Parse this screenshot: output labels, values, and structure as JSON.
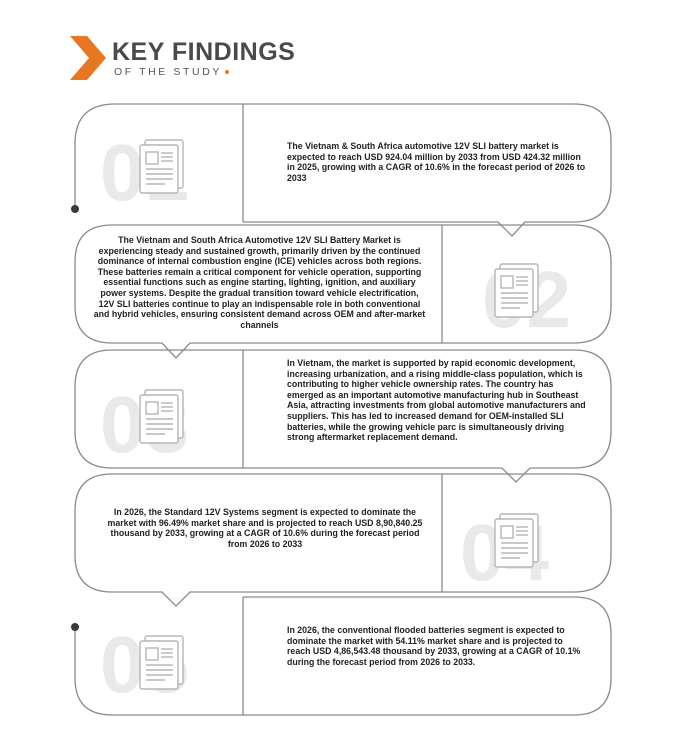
{
  "header": {
    "title": "KEY FINDINGS",
    "subtitle": "OF THE STUDY"
  },
  "colors": {
    "accent": "#e87722",
    "line": "#8a8a8a",
    "number": "#e9e9e9"
  },
  "findings": [
    {
      "number": "01",
      "text": "The Vietnam & South Africa automotive 12V SLI battery market is expected to reach USD 924.04 million by 2033 from USD 424.32 million in 2025, growing with a CAGR of 10.6% in the forecast period of 2026 to 2033"
    },
    {
      "number": "02",
      "text": "The Vietnam and South Africa Automotive 12V SLI Battery Market is experiencing steady and sustained growth, primarily driven by the continued dominance of internal combustion engine (ICE) vehicles across both regions. These batteries remain a critical component for vehicle operation, supporting essential functions such as engine starting, lighting, ignition, and auxiliary power systems. Despite the gradual transition toward vehicle electrification, 12V SLI batteries continue to play an indispensable role in both conventional and hybrid vehicles, ensuring consistent demand across OEM and after-market channels"
    },
    {
      "number": "03",
      "text": "In Vietnam, the market is supported by rapid economic development, increasing urbanization, and a rising middle-class population, which is contributing to higher vehicle ownership rates. The country has emerged as an important automotive manufacturing hub in Southeast Asia, attracting investments from global automotive manufacturers and suppliers. This has led to increased demand for OEM-installed SLI batteries, while the growing vehicle parc is simultaneously driving strong aftermarket replacement demand."
    },
    {
      "number": "04",
      "text": "In 2026, the Standard 12V Systems segment is expected to dominate the market with 96.49% market share and is projected to reach USD 8,90,840.25 thousand by 2033, growing at a CAGR of 10.6% during the forecast period from 2026 to 2033"
    },
    {
      "number": "05",
      "text": "In 2026, the conventional flooded batteries segment is expected to dominate the market with 54.11% market share and is projected to reach USD 4,86,543.48 thousand by 2033, growing at a CAGR of 10.1% during the forecast period from 2026 to 2033."
    }
  ]
}
